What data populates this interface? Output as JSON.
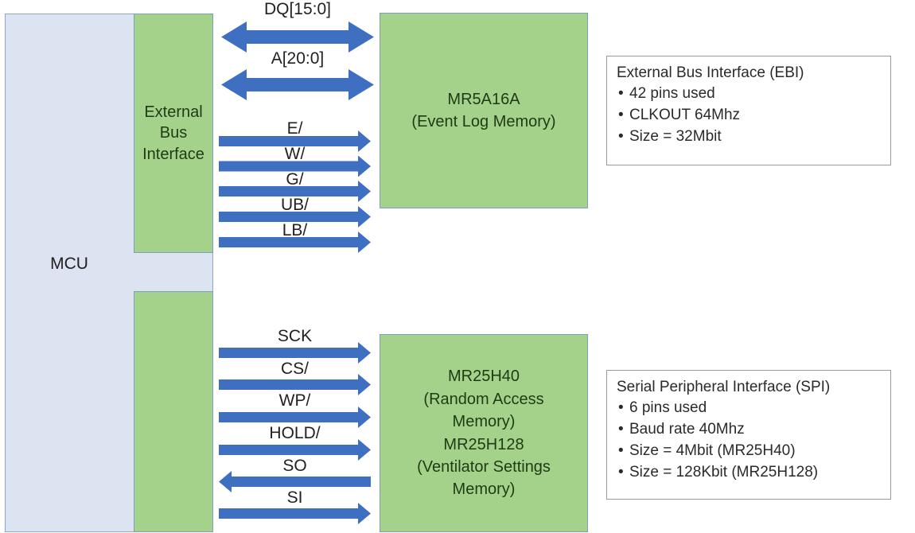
{
  "diagram": {
    "title": "MCU memory interface block diagram",
    "colors": {
      "mcu_fill": "#dce3f1",
      "block_fill": "#a5d28b",
      "block_border": "#7f9ec4",
      "arrow": "#3f6fc0",
      "note_border": "#9a9a9a"
    }
  },
  "mcu": {
    "label": "MCU",
    "ebi_block_lines": [
      "External",
      "Bus",
      "Interface"
    ],
    "spi_block_lines": []
  },
  "chips": {
    "top": {
      "name": "MR5A16A",
      "description": "(Event Log Memory)"
    },
    "bottom": {
      "line1": "MR25H40",
      "line2": "(Random Access",
      "line3": "Memory)",
      "line4": "MR25H128",
      "line5": "(Ventilator Settings",
      "line6": "Memory)"
    }
  },
  "ebi_signals": [
    {
      "label": "DQ[15:0]",
      "direction": "bidirectional",
      "style": "wide"
    },
    {
      "label": "A[20:0]",
      "direction": "bidirectional",
      "style": "wide"
    },
    {
      "label": "E/",
      "direction": "right",
      "style": "thin"
    },
    {
      "label": "W/",
      "direction": "right",
      "style": "thin"
    },
    {
      "label": "G/",
      "direction": "right",
      "style": "thin"
    },
    {
      "label": "UB/",
      "direction": "right",
      "style": "thin"
    },
    {
      "label": "LB/",
      "direction": "right",
      "style": "thin"
    }
  ],
  "spi_signals": [
    {
      "label": "SCK",
      "direction": "right",
      "style": "thin"
    },
    {
      "label": "CS/",
      "direction": "right",
      "style": "thin"
    },
    {
      "label": "WP/",
      "direction": "right",
      "style": "thin"
    },
    {
      "label": "HOLD/",
      "direction": "right",
      "style": "thin"
    },
    {
      "label": "SO",
      "direction": "left",
      "style": "thin"
    },
    {
      "label": "SI",
      "direction": "right",
      "style": "thin"
    }
  ],
  "notes": {
    "ebi": {
      "title": "External Bus Interface (EBI)",
      "bullets": [
        "42 pins used",
        "CLKOUT 64Mhz",
        "Size = 32Mbit"
      ]
    },
    "spi": {
      "title": "Serial Peripheral Interface (SPI)",
      "bullets": [
        "6 pins used",
        "Baud rate 40Mhz",
        "Size = 4Mbit (MR25H40)",
        "Size = 128Kbit (MR25H128)"
      ]
    }
  }
}
